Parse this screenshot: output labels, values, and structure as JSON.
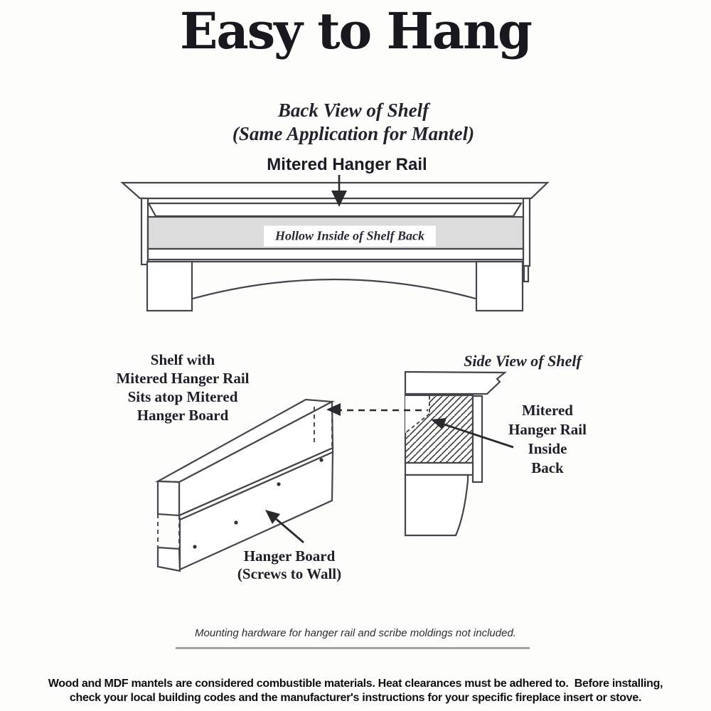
{
  "page": {
    "title": "Easy to Hang",
    "subtitle_line1": "Back View of Shelf",
    "subtitle_line2": "(Same Application for Mantel)"
  },
  "back_view": {
    "rail_label": "Mitered Hanger Rail",
    "hollow_label": "Hollow Inside of Shelf Back"
  },
  "hanger_board_diagram": {
    "caption_lines": [
      "Shelf with",
      "Mitered Hanger Rail",
      "Sits atop Mitered",
      "Hanger Board"
    ],
    "board_label_line1": "Hanger Board",
    "board_label_line2": "(Screws to Wall)"
  },
  "side_view": {
    "title": "Side View of Shelf",
    "label_lines": [
      "Mitered",
      "Hanger Rail",
      "Inside",
      "Back"
    ]
  },
  "notes": {
    "hardware": "Mounting hardware for hanger rail and scribe moldings not included."
  },
  "footer": {
    "line1": "Wood and MDF mantels are considered combustible materials. Heat clearances must be adhered to.  Before installing,",
    "line2": "check your local building codes and the manufacturer's instructions for your specific fireplace insert or stove."
  },
  "colors": {
    "ink": "#1f1f2a",
    "line": "#45454d",
    "hollow_fill": "#dcdcdc",
    "background": "#fdfdfb",
    "divider": "#949494"
  }
}
